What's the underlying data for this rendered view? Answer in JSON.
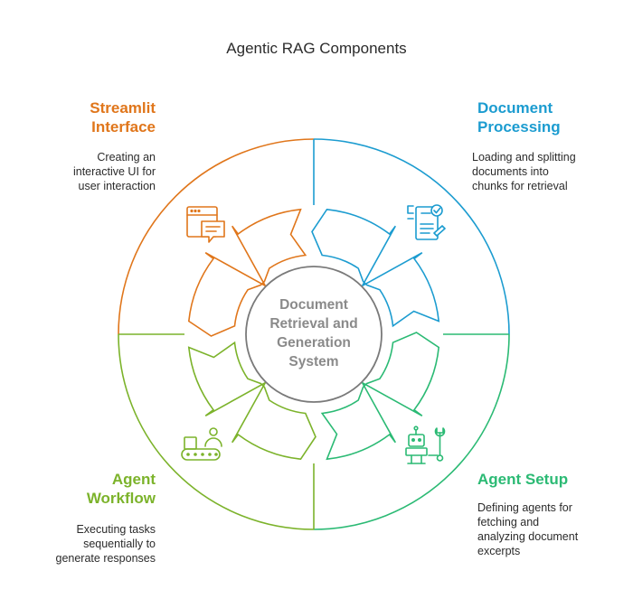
{
  "title": "Agentic RAG Components",
  "center": {
    "lines": [
      "Document",
      "Retrieval and",
      "Generation",
      "System"
    ]
  },
  "components": [
    {
      "id": "streamlit",
      "heading_lines": [
        "Streamlit",
        "Interface"
      ],
      "desc_lines": [
        "Creating an",
        "interactive UI for",
        "user interaction"
      ],
      "color": "#E0761B",
      "icon": "chat-window-icon"
    },
    {
      "id": "docproc",
      "heading_lines": [
        "Document",
        "Processing"
      ],
      "desc_lines": [
        "Loading and splitting",
        "documents into",
        "chunks for retrieval"
      ],
      "color": "#1C9CD0",
      "icon": "document-checklist-icon"
    },
    {
      "id": "setup",
      "heading_lines": [
        "Agent Setup"
      ],
      "desc_lines": [
        "Defining agents for",
        "fetching and",
        "analyzing document",
        "excerpts"
      ],
      "color": "#2BBA74",
      "icon": "robot-wrench-icon"
    },
    {
      "id": "workflow",
      "heading_lines": [
        "Agent",
        "Workflow"
      ],
      "desc_lines": [
        "Executing tasks",
        "sequentially to",
        "generate responses"
      ],
      "color": "#7CB32B",
      "icon": "conveyor-person-icon"
    }
  ]
}
